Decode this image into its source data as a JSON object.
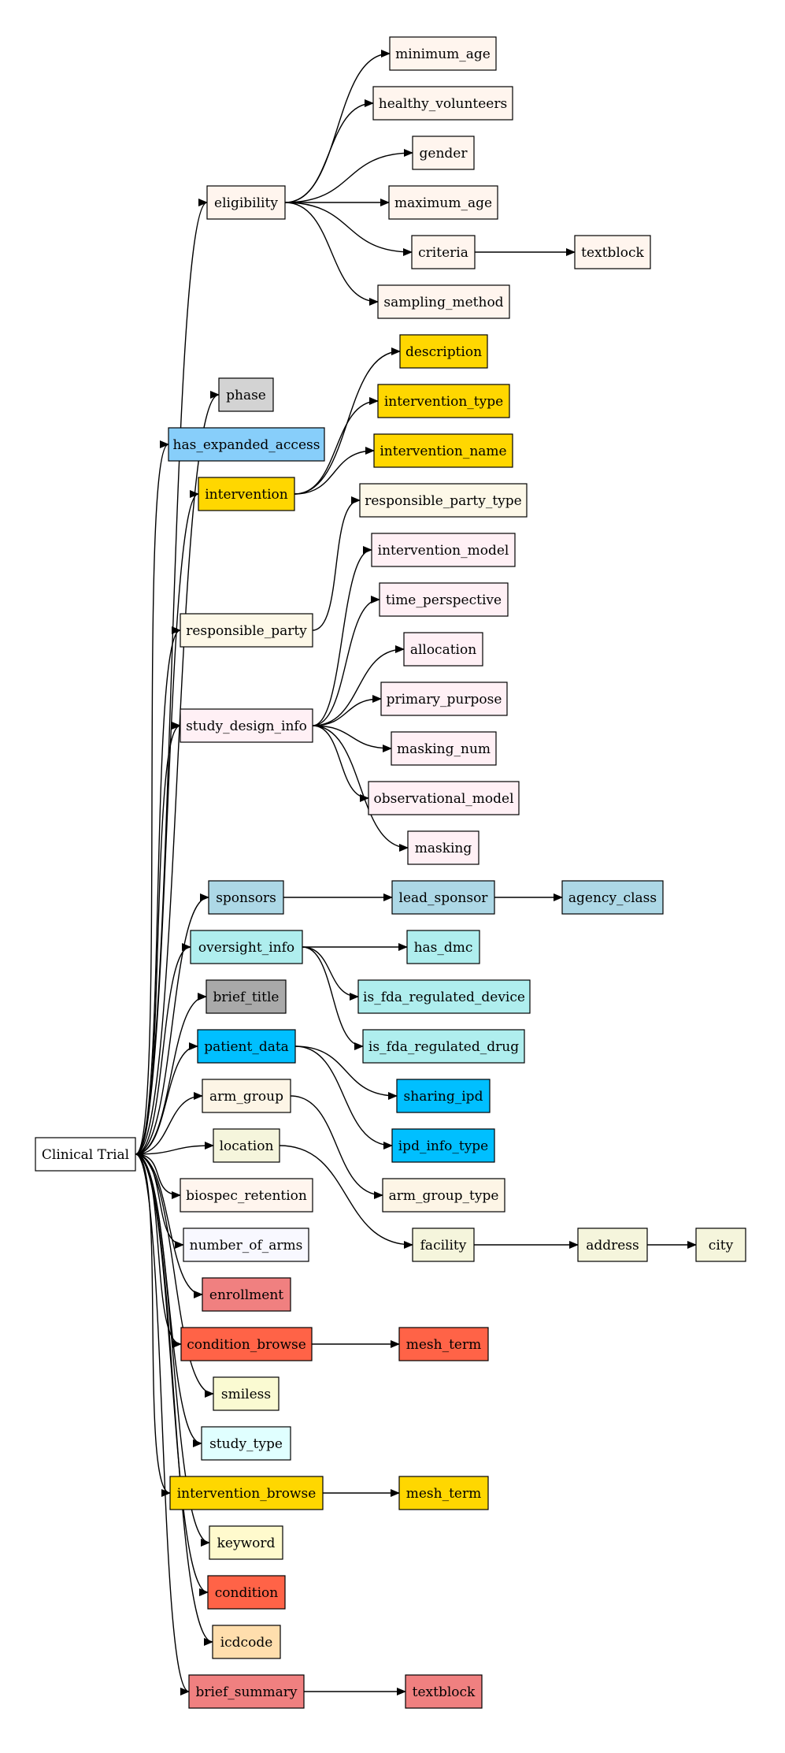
{
  "nodes": [
    {
      "id": "root",
      "label": "Clinical Trial",
      "color": "#ffffff"
    },
    {
      "id": "eligibility",
      "label": "eligibility",
      "color": "#fff5ee"
    },
    {
      "id": "minimum_age",
      "label": "minimum_age",
      "color": "#fff5ee"
    },
    {
      "id": "healthy_volunteers",
      "label": "healthy_volunteers",
      "color": "#fff5ee"
    },
    {
      "id": "gender",
      "label": "gender",
      "color": "#fff5ee"
    },
    {
      "id": "maximum_age",
      "label": "maximum_age",
      "color": "#fff5ee"
    },
    {
      "id": "criteria",
      "label": "criteria",
      "color": "#fff5ee"
    },
    {
      "id": "criteria_textblock",
      "label": "textblock",
      "color": "#fff5ee"
    },
    {
      "id": "sampling_method",
      "label": "sampling_method",
      "color": "#fff5ee"
    },
    {
      "id": "phase",
      "label": "phase",
      "color": "#d3d3d3"
    },
    {
      "id": "has_expanded_access",
      "label": "has_expanded_access",
      "color": "#87cefa"
    },
    {
      "id": "intervention",
      "label": "intervention",
      "color": "#ffd700"
    },
    {
      "id": "description",
      "label": "description",
      "color": "#ffd700"
    },
    {
      "id": "intervention_type",
      "label": "intervention_type",
      "color": "#ffd700"
    },
    {
      "id": "intervention_name",
      "label": "intervention_name",
      "color": "#ffd700"
    },
    {
      "id": "responsible_party",
      "label": "responsible_party",
      "color": "#fdf8e8"
    },
    {
      "id": "responsible_party_type",
      "label": "responsible_party_type",
      "color": "#fdf8e8"
    },
    {
      "id": "study_design_info",
      "label": "study_design_info",
      "color": "#fff0f5"
    },
    {
      "id": "intervention_model",
      "label": "intervention_model",
      "color": "#fff0f5"
    },
    {
      "id": "time_perspective",
      "label": "time_perspective",
      "color": "#fff0f5"
    },
    {
      "id": "allocation",
      "label": "allocation",
      "color": "#fff0f5"
    },
    {
      "id": "primary_purpose",
      "label": "primary_purpose",
      "color": "#fff0f5"
    },
    {
      "id": "masking_num",
      "label": "masking_num",
      "color": "#fff0f5"
    },
    {
      "id": "observational_model",
      "label": "observational_model",
      "color": "#fff0f5"
    },
    {
      "id": "masking",
      "label": "masking",
      "color": "#fff0f5"
    },
    {
      "id": "sponsors",
      "label": "sponsors",
      "color": "#add8e6"
    },
    {
      "id": "lead_sponsor",
      "label": "lead_sponsor",
      "color": "#add8e6"
    },
    {
      "id": "agency_class",
      "label": "agency_class",
      "color": "#add8e6"
    },
    {
      "id": "oversight_info",
      "label": "oversight_info",
      "color": "#afeeee"
    },
    {
      "id": "has_dmc",
      "label": "has_dmc",
      "color": "#afeeee"
    },
    {
      "id": "is_fda_regulated_device",
      "label": "is_fda_regulated_device",
      "color": "#afeeee"
    },
    {
      "id": "is_fda_regulated_drug",
      "label": "is_fda_regulated_drug",
      "color": "#afeeee"
    },
    {
      "id": "brief_title",
      "label": "brief_title",
      "color": "#a9a9a9"
    },
    {
      "id": "patient_data",
      "label": "patient_data",
      "color": "#00bfff"
    },
    {
      "id": "sharing_ipd",
      "label": "sharing_ipd",
      "color": "#00bfff"
    },
    {
      "id": "ipd_info_type",
      "label": "ipd_info_type",
      "color": "#00bfff"
    },
    {
      "id": "arm_group",
      "label": "arm_group",
      "color": "#fdf5e6"
    },
    {
      "id": "arm_group_type",
      "label": "arm_group_type",
      "color": "#fdf5e6"
    },
    {
      "id": "location",
      "label": "location",
      "color": "#f5f5dc"
    },
    {
      "id": "facility",
      "label": "facility",
      "color": "#f5f5dc"
    },
    {
      "id": "address",
      "label": "address",
      "color": "#f5f5dc"
    },
    {
      "id": "city",
      "label": "city",
      "color": "#f5f5dc"
    },
    {
      "id": "biospec_retention",
      "label": "biospec_retention",
      "color": "#fff5ee"
    },
    {
      "id": "number_of_arms",
      "label": "number_of_arms",
      "color": "#f8f8ff"
    },
    {
      "id": "enrollment",
      "label": "enrollment",
      "color": "#f08080"
    },
    {
      "id": "condition_browse",
      "label": "condition_browse",
      "color": "#ff6347"
    },
    {
      "id": "condition_mesh_term",
      "label": "mesh_term",
      "color": "#ff6347"
    },
    {
      "id": "smiless",
      "label": "smiless",
      "color": "#fafad2"
    },
    {
      "id": "study_type",
      "label": "study_type",
      "color": "#e0ffff"
    },
    {
      "id": "intervention_browse",
      "label": "intervention_browse",
      "color": "#ffd700"
    },
    {
      "id": "intervention_mesh_term",
      "label": "mesh_term",
      "color": "#ffd700"
    },
    {
      "id": "keyword",
      "label": "keyword",
      "color": "#fffacd"
    },
    {
      "id": "condition",
      "label": "condition",
      "color": "#ff6347"
    },
    {
      "id": "icdcode",
      "label": "icdcode",
      "color": "#ffdead"
    },
    {
      "id": "brief_summary",
      "label": "brief_summary",
      "color": "#f08080"
    },
    {
      "id": "summary_textblock",
      "label": "textblock",
      "color": "#f08080"
    }
  ],
  "edges": [
    [
      "root",
      "eligibility"
    ],
    [
      "root",
      "phase"
    ],
    [
      "root",
      "has_expanded_access"
    ],
    [
      "root",
      "intervention"
    ],
    [
      "root",
      "responsible_party"
    ],
    [
      "root",
      "study_design_info"
    ],
    [
      "root",
      "sponsors"
    ],
    [
      "root",
      "oversight_info"
    ],
    [
      "root",
      "brief_title"
    ],
    [
      "root",
      "patient_data"
    ],
    [
      "root",
      "arm_group"
    ],
    [
      "root",
      "location"
    ],
    [
      "root",
      "biospec_retention"
    ],
    [
      "root",
      "number_of_arms"
    ],
    [
      "root",
      "enrollment"
    ],
    [
      "root",
      "condition_browse"
    ],
    [
      "root",
      "smiless"
    ],
    [
      "root",
      "study_type"
    ],
    [
      "root",
      "intervention_browse"
    ],
    [
      "root",
      "keyword"
    ],
    [
      "root",
      "condition"
    ],
    [
      "root",
      "icdcode"
    ],
    [
      "root",
      "brief_summary"
    ],
    [
      "eligibility",
      "minimum_age"
    ],
    [
      "eligibility",
      "healthy_volunteers"
    ],
    [
      "eligibility",
      "gender"
    ],
    [
      "eligibility",
      "maximum_age"
    ],
    [
      "eligibility",
      "criteria"
    ],
    [
      "eligibility",
      "sampling_method"
    ],
    [
      "criteria",
      "criteria_textblock"
    ],
    [
      "intervention",
      "description"
    ],
    [
      "intervention",
      "intervention_type"
    ],
    [
      "intervention",
      "intervention_name"
    ],
    [
      "responsible_party",
      "responsible_party_type"
    ],
    [
      "study_design_info",
      "intervention_model"
    ],
    [
      "study_design_info",
      "time_perspective"
    ],
    [
      "study_design_info",
      "allocation"
    ],
    [
      "study_design_info",
      "primary_purpose"
    ],
    [
      "study_design_info",
      "masking_num"
    ],
    [
      "study_design_info",
      "observational_model"
    ],
    [
      "study_design_info",
      "masking"
    ],
    [
      "sponsors",
      "lead_sponsor"
    ],
    [
      "lead_sponsor",
      "agency_class"
    ],
    [
      "oversight_info",
      "has_dmc"
    ],
    [
      "oversight_info",
      "is_fda_regulated_device"
    ],
    [
      "oversight_info",
      "is_fda_regulated_drug"
    ],
    [
      "patient_data",
      "sharing_ipd"
    ],
    [
      "patient_data",
      "ipd_info_type"
    ],
    [
      "arm_group",
      "arm_group_type"
    ],
    [
      "location",
      "facility"
    ],
    [
      "facility",
      "address"
    ],
    [
      "address",
      "city"
    ],
    [
      "condition_browse",
      "condition_mesh_term"
    ],
    [
      "intervention_browse",
      "intervention_mesh_term"
    ],
    [
      "brief_summary",
      "summary_textblock"
    ]
  ]
}
